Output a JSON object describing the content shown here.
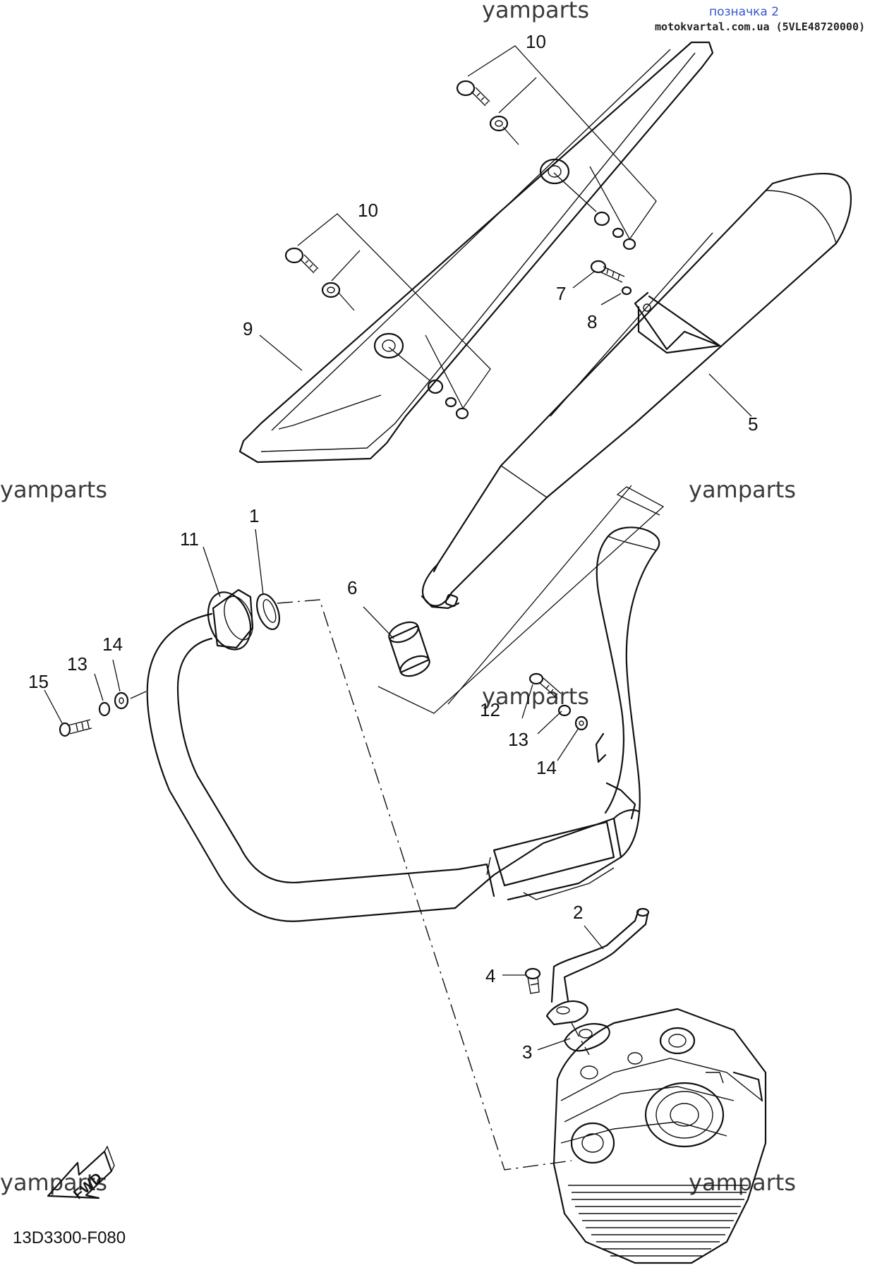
{
  "header": {
    "tag": "позначка 2",
    "site_code": "motokvartal.com.ua (5VLE48720000)"
  },
  "diagram_code": "13D3300-F080",
  "fwd_label": "FWD",
  "watermarks": [
    "yamparts",
    "yamparts",
    "yamparts",
    "yamparts",
    "yamparts",
    "yamparts"
  ],
  "callouts": [
    {
      "id": "p1",
      "label": "1"
    },
    {
      "id": "p2",
      "label": "2"
    },
    {
      "id": "p3",
      "label": "3"
    },
    {
      "id": "p4",
      "label": "4"
    },
    {
      "id": "p5",
      "label": "5"
    },
    {
      "id": "p6",
      "label": "6"
    },
    {
      "id": "p7",
      "label": "7"
    },
    {
      "id": "p8",
      "label": "8"
    },
    {
      "id": "p9",
      "label": "9"
    },
    {
      "id": "p10a",
      "label": "10"
    },
    {
      "id": "p10b",
      "label": "10"
    },
    {
      "id": "p11",
      "label": "11"
    },
    {
      "id": "p12",
      "label": "12"
    },
    {
      "id": "p13a",
      "label": "13"
    },
    {
      "id": "p13b",
      "label": "13"
    },
    {
      "id": "p14a",
      "label": "14"
    },
    {
      "id": "p14b",
      "label": "14"
    },
    {
      "id": "p15",
      "label": "15"
    }
  ],
  "icons": [
    "muffler-icon",
    "heat-shield-icon",
    "exhaust-pipe-icon",
    "cylinder-head-icon",
    "bolt-icon",
    "washer-icon",
    "gasket-icon",
    "fwd-arrow-icon"
  ]
}
